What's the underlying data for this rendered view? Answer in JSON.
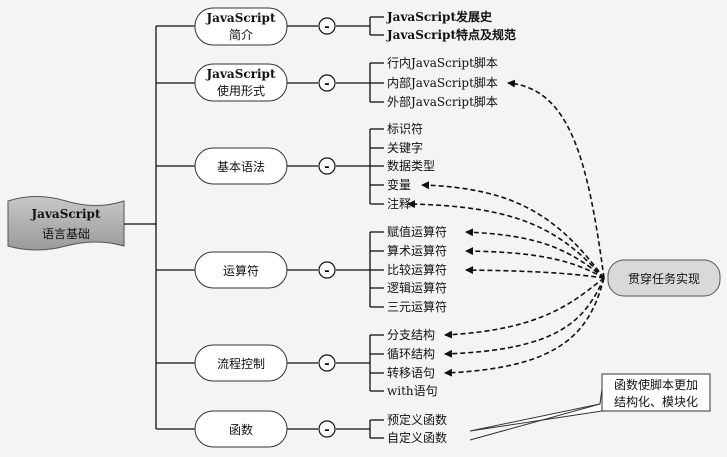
{
  "root": {
    "line1": "JavaScript",
    "line2": "语言基础"
  },
  "hub": {
    "label": "贯穿任务实现"
  },
  "callout": {
    "line1": "函数使脚本更加",
    "line2": "结构化、模块化"
  },
  "collapse_symbol": "-",
  "topics": [
    {
      "lines": [
        "JavaScript",
        "简介"
      ],
      "leaves": [
        "JavaScript发展史",
        "JavaScript特点及规范"
      ]
    },
    {
      "lines": [
        "JavaScript",
        "使用形式"
      ],
      "leaves": [
        "行内JavaScript脚本",
        "内部JavaScript脚本",
        "外部JavaScript脚本"
      ]
    },
    {
      "lines": [
        "基本语法"
      ],
      "leaves": [
        "标识符",
        "关键字",
        "数据类型",
        "变量",
        "注释"
      ]
    },
    {
      "lines": [
        "运算符"
      ],
      "leaves": [
        "赋值运算符",
        "算术运算符",
        "比较运算符",
        "逻辑运算符",
        "三元运算符"
      ]
    },
    {
      "lines": [
        "流程控制"
      ],
      "leaves": [
        "分支结构",
        "循环结构",
        "转移语句",
        "with语句"
      ]
    },
    {
      "lines": [
        "函数"
      ],
      "leaves": [
        "预定义函数",
        "自定义函数"
      ]
    }
  ]
}
